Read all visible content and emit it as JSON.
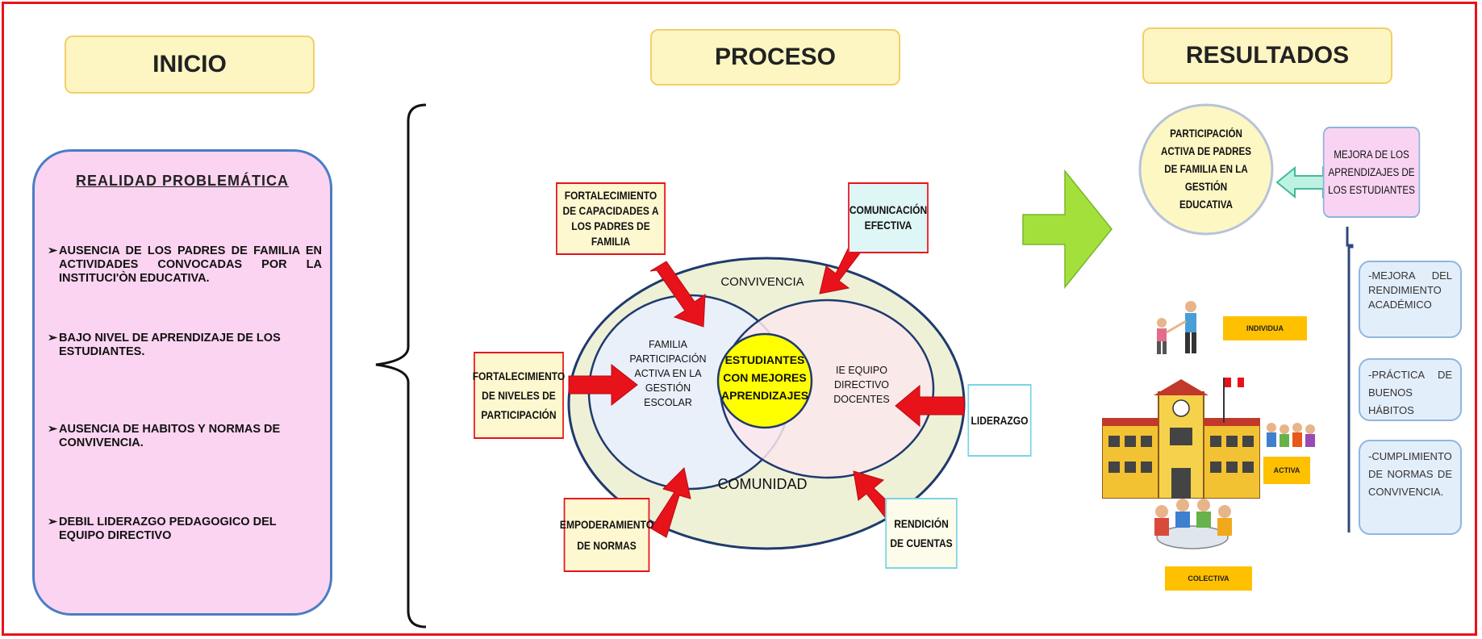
{
  "headers": {
    "inicio": "INICIO",
    "proceso": "PROCESO",
    "resultados": "RESULTADOS"
  },
  "inicio": {
    "title": "REALIDAD  PROBLEMÁTICA",
    "bullet": "➢",
    "items": [
      "AUSENCIA DE LOS PADRES DE FAMILIA EN ACTIVIDADES CONVOCADAS POR LA INSTITUCI'ÒN EDUCATIVA.",
      "BAJO NIVEL DE APRENDIZAJE DE LOS ESTUDIANTES.",
      "AUSENCIA DE HABITOS Y NORMAS DE CONVIVENCIA.",
      "DEBIL LIDERAZGO PEDAGOGICO DEL EQUIPO DIRECTIVO"
    ]
  },
  "proceso": {
    "convivencia": "CONVIVENCIA",
    "comunidad": "COMUNIDAD",
    "familia": "FAMILIA PARTICIPACIÓN ACTIVA EN LA GESTIÓN ESCOLAR",
    "estudiantes": "ESTUDIANTES CON MEJORES APRENDIZAJES",
    "ie": "IE EQUIPO DIRECTIVO DOCENTES",
    "boxes": {
      "fortalecimiento_capacidades": "FORTALECIMIENTO DE CAPACIDADES A LOS PADRES DE FAMILIA",
      "comunicacion": "COMUNICACIÓN EFECTIVA",
      "fortalecimiento_niveles": "FORTALECIMIENTO DE NIVELES DE PARTICIPACIÓN",
      "liderazgo": "LIDERAZGO",
      "empoderamiento": "EMPODERAMIENTO DE NORMAS",
      "rendicion": "RENDICIÓN DE CUENTAS"
    }
  },
  "resultados": {
    "participacion": "PARTICIPACIÓN ACTIVA DE PADRES DE FAMILIA EN LA GESTIÓN EDUCATIVA",
    "mejora": "MEJORA DE LOS APRENDIZAJES DE LOS ESTUDIANTES",
    "outcomes": [
      "-MEJORA DEL RENDIMIENTO ACADÉMICO",
      "-PRÁCTICA DE BUENOS HÁBITOS",
      "-CUMPLIMIENTO DE NORMAS DE CONVIVENCIA."
    ],
    "badges": {
      "individual": "INDIVIDUA",
      "activa": "ACTIVA",
      "colectiva": "COLECTIVA"
    }
  },
  "colors": {
    "frame": "#e8121b",
    "header_fill": "#fdf6c3",
    "pink_panel": "#fbd4f1",
    "yellow_circle": "#ffff00",
    "green_arrow": "#a4e03c",
    "badge": "#ffc000"
  }
}
